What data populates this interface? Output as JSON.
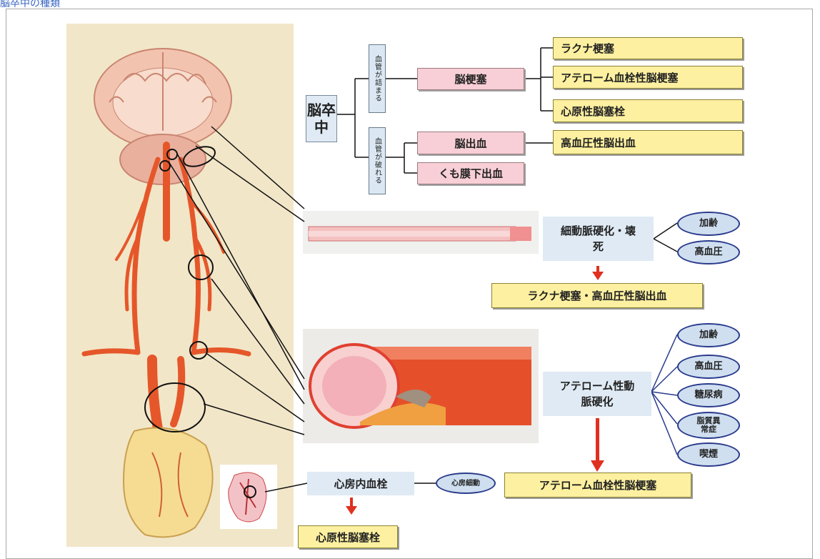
{
  "caption": "脳卒中の種類",
  "tree": {
    "root": "脳卒中",
    "branch_blocked": "血管が詰まる",
    "branch_broken": "血管が破れる",
    "infarction": "脳梗塞",
    "hemorrhage": "脳出血",
    "sah": "くも膜下出血",
    "types_infarction": [
      "ラクナ梗塞",
      "アテローム血栓性脳梗塞",
      "心原性脳塞栓"
    ],
    "type_hemorrhage": "高血圧性脳出血"
  },
  "small_artery": {
    "label": "細動脈硬化・壊死",
    "factors": [
      "加齢",
      "高血圧"
    ],
    "result": "ラクナ梗塞・高血圧性脳出血"
  },
  "atherosclerosis": {
    "label": "アテローム性動脈硬化",
    "factors": [
      "加齢",
      "高血圧",
      "糖尿病",
      "脂質異常症",
      "喫煙"
    ],
    "result": "アテローム血栓性脳梗塞"
  },
  "cardiac": {
    "label": "心房内血栓",
    "factor": "心房細動",
    "result": "心原性脳塞栓"
  },
  "colors": {
    "yellow": "#fdf0a0",
    "pink": "#f8cfd6",
    "light_blue": "#dfeaf4",
    "oval_border": "#2a3b8c",
    "arrow_red": "#e03020",
    "artery_red": "#e5572a"
  }
}
